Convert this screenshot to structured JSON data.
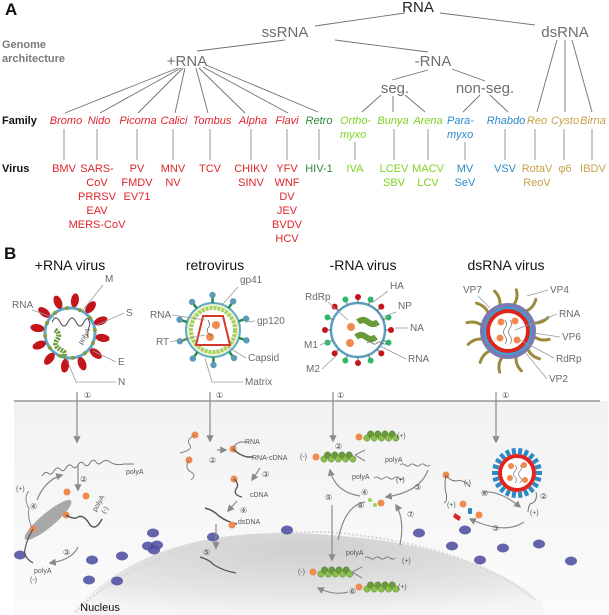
{
  "panel_a": {
    "letter": "A",
    "row_labels": {
      "genome": [
        "Genome",
        "architecture"
      ],
      "family": "Family",
      "virus": "Virus"
    },
    "tree": {
      "root": "RNA",
      "ss": "ssRNA",
      "ds": "dsRNA",
      "plus": "+RNA",
      "minus": "-RNA",
      "seg": "seg.",
      "nonseg": "non-seg."
    },
    "families": [
      {
        "name": [
          "Bromo"
        ],
        "color": "#e0242a",
        "viruses": [
          "BMV"
        ]
      },
      {
        "name": [
          "Nido"
        ],
        "color": "#e0242a",
        "viruses": [
          "SARS-",
          "CoV",
          "PRRSV",
          "EAV",
          "MERS-CoV"
        ]
      },
      {
        "name": [
          "Picorna"
        ],
        "color": "#e0242a",
        "viruses": [
          "PV",
          "FMDV",
          "EV71"
        ]
      },
      {
        "name": [
          "Calici"
        ],
        "color": "#e0242a",
        "viruses": [
          "MNV",
          "NV"
        ]
      },
      {
        "name": [
          "Tombus"
        ],
        "color": "#e0242a",
        "viruses": [
          "TCV"
        ]
      },
      {
        "name": [
          "Alpha"
        ],
        "color": "#e0242a",
        "viruses": [
          "CHIKV",
          "SINV"
        ]
      },
      {
        "name": [
          "Flavi"
        ],
        "color": "#e0242a",
        "viruses": [
          "YFV",
          "WNF",
          "DV",
          "JEV",
          "BVDV",
          "HCV"
        ]
      },
      {
        "name": [
          "Retro"
        ],
        "color": "#2f8a3a",
        "viruses": [
          "HIV-1"
        ]
      },
      {
        "name": [
          "Ortho-",
          "myxo"
        ],
        "color": "#7ed321",
        "viruses": [
          "IVA"
        ]
      },
      {
        "name": [
          "Bunya"
        ],
        "color": "#7ed321",
        "viruses": [
          "LCEV",
          "SBV"
        ]
      },
      {
        "name": [
          "Arena"
        ],
        "color": "#7ed321",
        "viruses": [
          "MACV",
          "LCV"
        ]
      },
      {
        "name": [
          "Para-",
          "myxo"
        ],
        "color": "#2a8ac8",
        "viruses": [
          "MV",
          "SeV"
        ]
      },
      {
        "name": [
          "Rhabdo"
        ],
        "color": "#2a8ac8",
        "viruses": [
          "VSV"
        ]
      },
      {
        "name": [
          "Reo"
        ],
        "color": "#c8a04a",
        "viruses": [
          "RotaV",
          "ReoV"
        ]
      },
      {
        "name": [
          "Cysto"
        ],
        "color": "#c8a04a",
        "viruses": [
          "φ6"
        ]
      },
      {
        "name": [
          "Birna"
        ],
        "color": "#c8a04a",
        "viruses": [
          "IBDV"
        ]
      }
    ]
  },
  "panel_b": {
    "letter": "B",
    "virions": [
      {
        "title": "+RNA virus",
        "labels": [
          "M",
          "RNA",
          "S",
          "E",
          "N"
        ],
        "genome_label": "polyA"
      },
      {
        "title": "retrovirus",
        "labels": [
          "gp41",
          "RNA",
          "gp120",
          "RT",
          "Capsid",
          "Matrix"
        ]
      },
      {
        "title": "-RNA virus",
        "labels": [
          "HA",
          "RdRp",
          "NP",
          "NA",
          "M1",
          "RNA",
          "M2"
        ]
      },
      {
        "title": "dsRNA virus",
        "labels": [
          "VP7",
          "VP4",
          "RNA",
          "VP6",
          "RdRp",
          "VP2"
        ]
      }
    ],
    "cell": {
      "nucleus_label": "Nucleus",
      "plus_cycle": {
        "labels": [
          "polyA",
          "polyA",
          "(-)",
          "(+)",
          "polyA",
          "(-)"
        ],
        "steps": [
          "①",
          "②",
          "③",
          "④"
        ]
      },
      "retro_cycle": {
        "labels": [
          "RNA",
          "RNA-cDNA",
          "cDNA",
          "dsDNA"
        ],
        "steps": [
          "①",
          "②",
          "③",
          "④",
          "⑤"
        ]
      },
      "minus_cycle": {
        "labels": [
          "(+)",
          "(-)",
          "polyA",
          "polyA",
          "(+)",
          "polyA",
          "(+)",
          "(-)",
          "(+)"
        ],
        "steps": [
          "①",
          "②",
          "③",
          "④",
          "⑤",
          "⑥",
          "⑦",
          "⑧"
        ]
      },
      "ds_cycle": {
        "labels": [
          "(-)",
          "(+)",
          "(+)"
        ],
        "steps": [
          "①",
          "②",
          "③",
          "④"
        ]
      }
    }
  }
}
